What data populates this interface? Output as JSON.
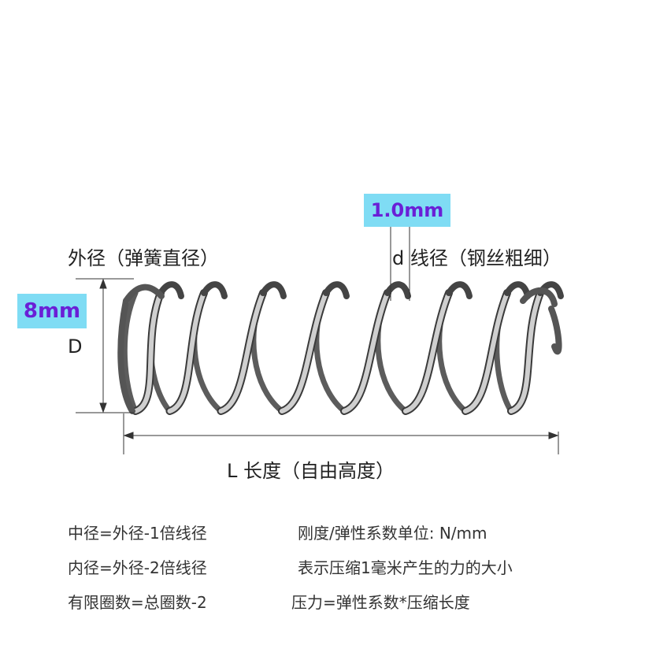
{
  "wire_badge": "1.0mm",
  "diameter_badge": "8mm",
  "outer_diameter_label": "外径（弹簧直径）",
  "wire_diameter_label": "d 线径（钢丝粗细）",
  "diameter_symbol": "D",
  "length_label": "L 长度（自由高度）",
  "notes_left": [
    "中径=外径-1倍线径",
    "内径=外径-2倍线径",
    "有限圈数=总圈数-2"
  ],
  "notes_right": [
    "刚度/弹性系数单位: N/mm",
    "表示压缩1毫米产生的力的大小",
    "压力=弹性系数*压缩长度"
  ],
  "colors": {
    "badge_bg": "#7fdcf4",
    "badge_text": "#6a1fd6",
    "spring_metal": "#8a8a8a"
  }
}
